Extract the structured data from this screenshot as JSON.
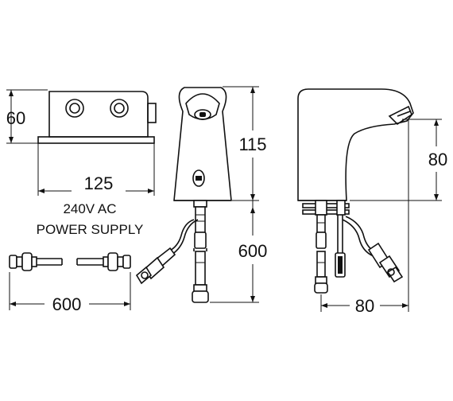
{
  "dimensions": {
    "box_height": "60",
    "box_width": "125",
    "spout_height": "115",
    "hose_length_vertical": "600",
    "side_height": "80",
    "side_depth": "80",
    "hose_length_horizontal": "600"
  },
  "labels": {
    "voltage": "240V AC",
    "power_supply": "POWER SUPPLY"
  }
}
